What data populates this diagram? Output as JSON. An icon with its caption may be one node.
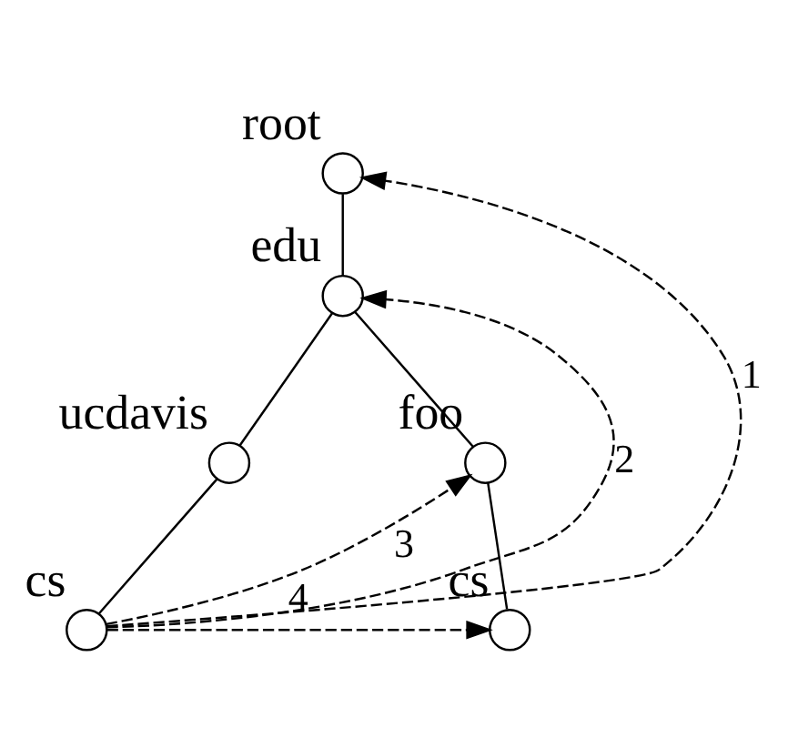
{
  "diagram": {
    "nodes": [
      {
        "text": [],
        "shape": "circle",
        "beside": [
          "root"
        ]
      },
      {
        "text": [],
        "shape": "circle",
        "beside": [
          "edu"
        ]
      },
      {
        "text": [],
        "shape": "circle",
        "beside": [
          "ucdavis"
        ]
      },
      {
        "text": [],
        "shape": "circle",
        "beside": [
          "foo"
        ]
      },
      {
        "text": [],
        "shape": "circle",
        "beside": [
          "cs"
        ]
      },
      {
        "text": [],
        "shape": "circle",
        "beside": [
          "cs"
        ]
      }
    ],
    "edges": [
      {
        "from": 0,
        "to": 1,
        "arrow": "none"
      },
      {
        "from": 1,
        "to": 2,
        "arrow": "none"
      },
      {
        "from": 1,
        "to": 3,
        "arrow": "none"
      },
      {
        "from": 2,
        "to": 4,
        "arrow": "none"
      },
      {
        "from": 3,
        "to": 5,
        "arrow": "none"
      },
      {
        "from": 4,
        "to": 0,
        "arrow": "to",
        "style": "dashed",
        "label": "1"
      },
      {
        "from": 4,
        "to": 1,
        "arrow": "to",
        "style": "dashed",
        "label": "2"
      },
      {
        "from": 4,
        "to": 3,
        "arrow": "to",
        "style": "dashed",
        "label": "3"
      },
      {
        "from": 4,
        "to": 5,
        "arrow": "to",
        "style": "dashed",
        "label": "4"
      }
    ]
  }
}
